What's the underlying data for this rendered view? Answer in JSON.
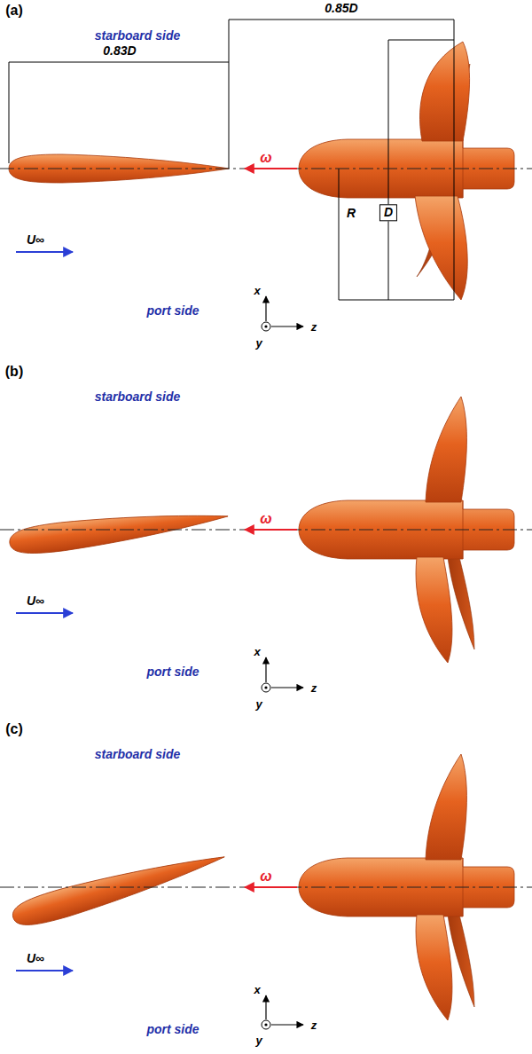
{
  "diagram": {
    "labels": [
      "(a)",
      "0.85D",
      "starboard side",
      "0.83D",
      "ω",
      "D",
      "R",
      "U∞",
      "port side",
      "x",
      "y",
      "z",
      "(b)",
      "starboard side",
      "ω",
      "U∞",
      "port side",
      "x",
      "y",
      "z",
      "(c)",
      "starboard side",
      "ω",
      "U∞",
      "port side",
      "x",
      "y",
      "z"
    ]
  }
}
